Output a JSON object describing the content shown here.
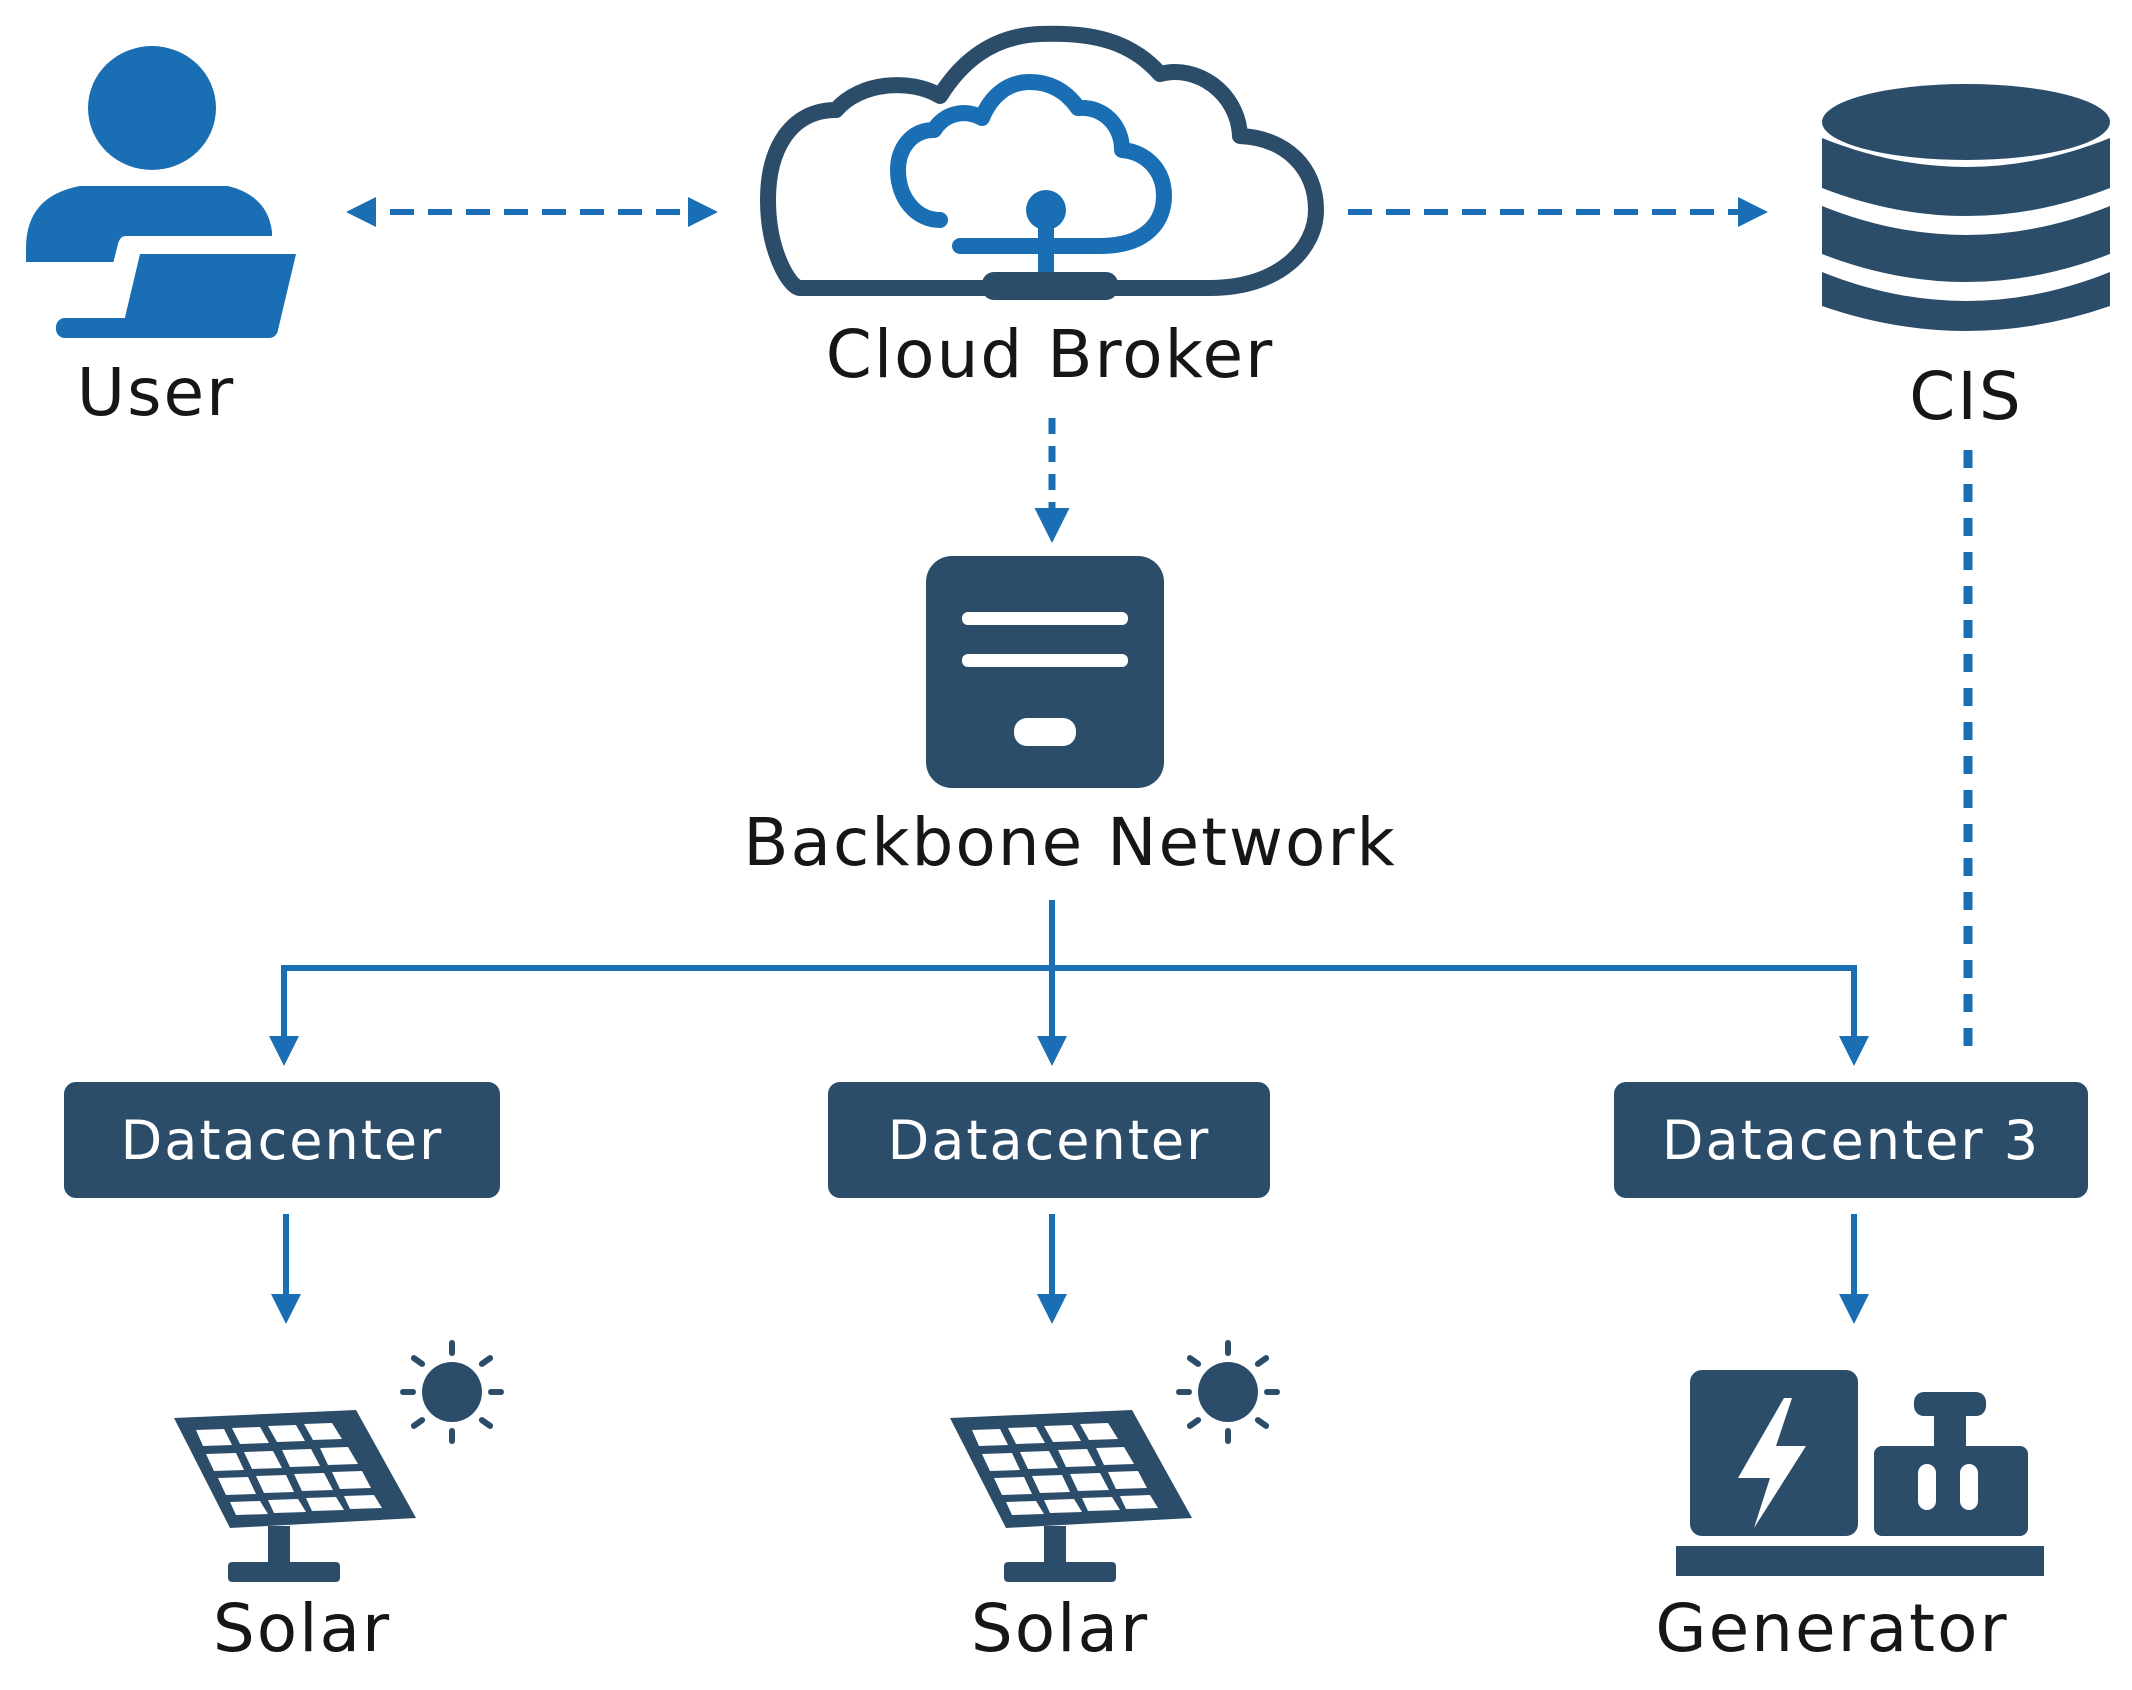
{
  "nodes": {
    "user": {
      "label": "User",
      "icon": "user-laptop-icon"
    },
    "cloud_broker": {
      "label": "Cloud Broker",
      "icon": "cloud-network-icon"
    },
    "cis": {
      "label": "CIS",
      "icon": "database-icon"
    },
    "backbone": {
      "label": "Backbone Network",
      "icon": "server-icon"
    },
    "datacenters": [
      {
        "label": "Datacenter"
      },
      {
        "label": "Datacenter"
      },
      {
        "label": "Datacenter 3"
      }
    ],
    "power": [
      {
        "label": "Solar",
        "icon": "solar-panel-icon"
      },
      {
        "label": "Solar",
        "icon": "solar-panel-icon"
      },
      {
        "label": "Generator",
        "icon": "generator-icon"
      }
    ]
  },
  "colors": {
    "accent_blue": "#1a6fb4",
    "dark_navy": "#2b4d6a",
    "text": "#161616"
  }
}
